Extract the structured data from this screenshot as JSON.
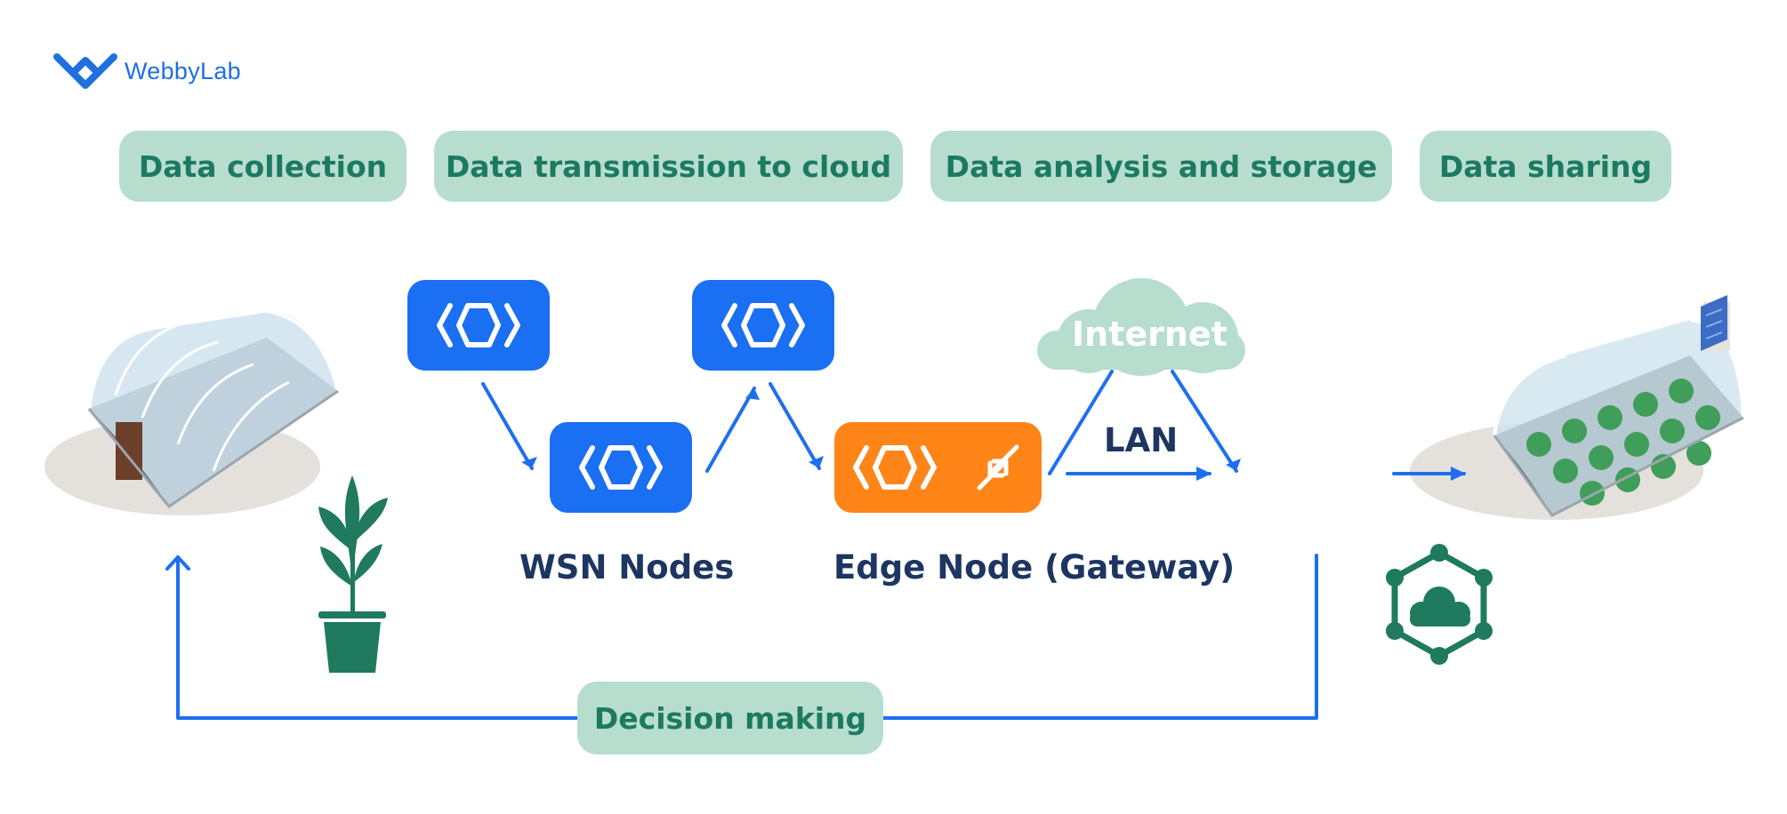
{
  "brand": {
    "name": "WebbyLab"
  },
  "stages": [
    {
      "label": "Data collection"
    },
    {
      "label": "Data transmission to cloud"
    },
    {
      "label": "Data analysis and storage"
    },
    {
      "label": "Data sharing"
    }
  ],
  "wsn": {
    "label": "WSN Nodes",
    "node_count": 3
  },
  "gateway": {
    "label": "Edge Node (Gateway)"
  },
  "network": {
    "internet_label": "Internet",
    "lan_label": "LAN"
  },
  "feedback": {
    "label": "Decision making"
  },
  "colors": {
    "primary_blue": "#1a6ff2",
    "gateway_orange": "#ff8519",
    "stage_pill": "#b7ddce",
    "stage_text": "#1c7a60",
    "label_text": "#1d3661",
    "arrow": "#1e6ff0",
    "plant_green": "#1f7a5e"
  },
  "icons": {
    "node": "code-hexagon-icon",
    "gateway_transfer": "swap-arrows-icon",
    "cloud_network": "cloud-network-icon",
    "plant": "potted-plant-icon"
  }
}
